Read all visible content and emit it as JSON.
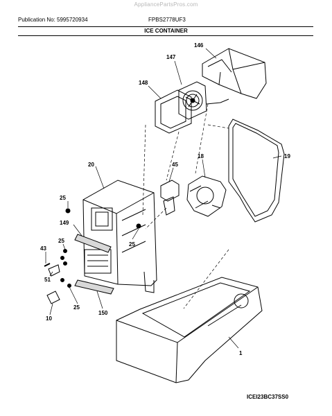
{
  "header": {
    "watermark": "AppliancePartsPros.com",
    "publication": "Publication No: 5995720934",
    "model": "FPBS2778UF3",
    "section_title": "ICE CONTAINER"
  },
  "parts": [
    {
      "id": "p146",
      "number": "146"
    },
    {
      "id": "p147",
      "number": "147"
    },
    {
      "id": "p148",
      "number": "148"
    },
    {
      "id": "p19",
      "number": "19"
    },
    {
      "id": "p18",
      "number": "18"
    },
    {
      "id": "p45",
      "number": "45"
    },
    {
      "id": "p20",
      "number": "20"
    },
    {
      "id": "p25a",
      "number": "25"
    },
    {
      "id": "p149",
      "number": "149"
    },
    {
      "id": "p25b",
      "number": "25"
    },
    {
      "id": "p25c",
      "number": "25"
    },
    {
      "id": "p43",
      "number": "43"
    },
    {
      "id": "p51",
      "number": "51"
    },
    {
      "id": "p25d",
      "number": "25"
    },
    {
      "id": "p10",
      "number": "10"
    },
    {
      "id": "p150",
      "number": "150"
    },
    {
      "id": "p1",
      "number": "1"
    }
  ],
  "footer": {
    "diagram_code": "ICEI23BC37SS0"
  }
}
